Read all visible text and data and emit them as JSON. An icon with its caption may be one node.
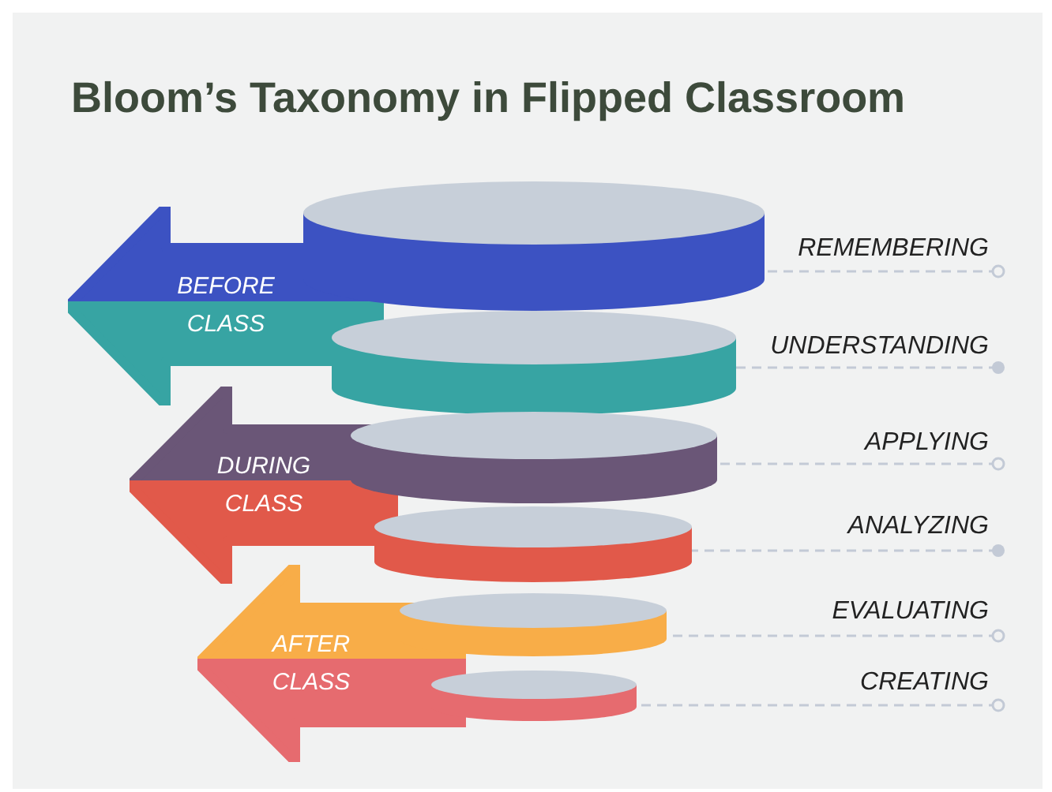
{
  "diagram": {
    "title": "Bloom’s Taxonomy in Flipped Classroom",
    "nodes": [
      {
        "text": [
          "BEFORE CLASS"
        ]
      },
      {
        "text": [
          "DURING CLASS"
        ]
      },
      {
        "text": [
          "AFTER CLASS"
        ]
      },
      {
        "text": [],
        "shape": "cylinder"
      },
      {
        "text": [],
        "shape": "cylinder"
      },
      {
        "text": [],
        "shape": "cylinder"
      },
      {
        "text": [],
        "shape": "cylinder"
      },
      {
        "text": [],
        "shape": "cylinder"
      },
      {
        "text": [],
        "shape": "cylinder"
      },
      {
        "text": [
          "REMEMBERING"
        ]
      },
      {
        "text": [
          "UNDERSTANDING"
        ]
      },
      {
        "text": [
          "APPLYING"
        ]
      },
      {
        "text": [
          "ANALYZING"
        ]
      },
      {
        "text": [
          "EVALUATING"
        ]
      },
      {
        "text": [
          "CREATING"
        ]
      }
    ],
    "edges": [
      {
        "from": 9,
        "to": 3,
        "arrow": "other",
        "style": "dashed"
      },
      {
        "from": 10,
        "to": 4,
        "arrow": "other",
        "style": "dashed"
      },
      {
        "from": 11,
        "to": 5,
        "arrow": "other",
        "style": "dashed"
      },
      {
        "from": 12,
        "to": 6,
        "arrow": "other",
        "style": "dashed"
      },
      {
        "from": 13,
        "to": 7,
        "arrow": "other",
        "style": "dashed"
      },
      {
        "from": 14,
        "to": 8,
        "arrow": "other",
        "style": "dashed"
      }
    ]
  }
}
